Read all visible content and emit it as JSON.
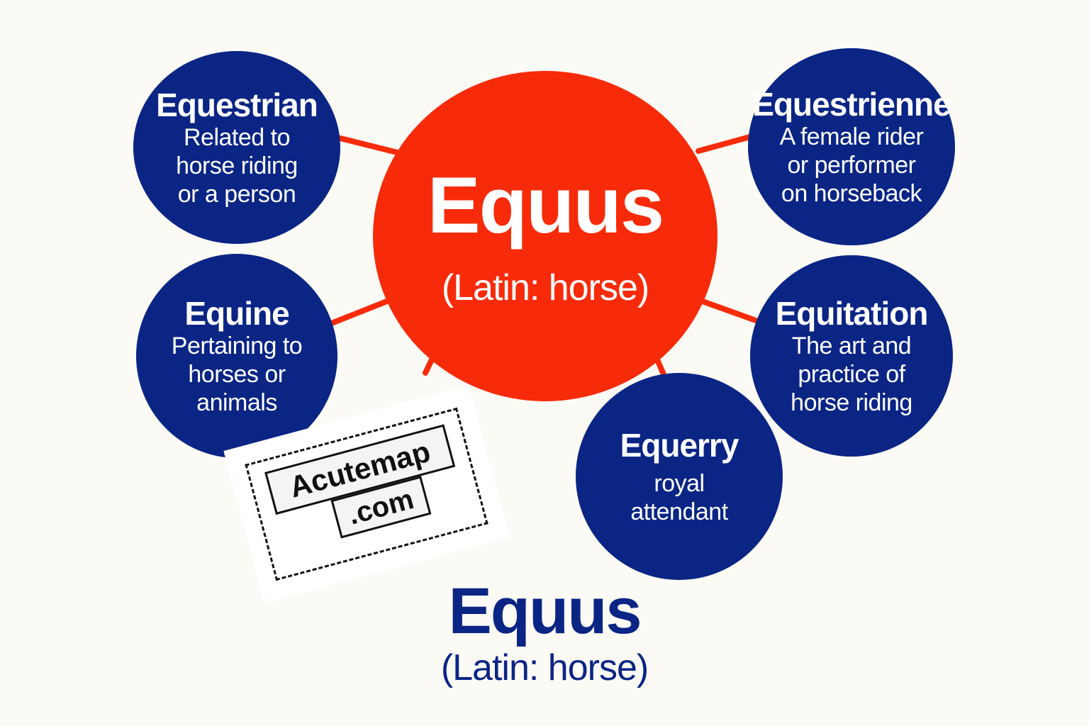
{
  "center": {
    "title": "Equus",
    "subtitle": "(Latin: horse)"
  },
  "nodes": [
    {
      "title": "Equestrian",
      "description": "Related to\nhorse riding\nor a person"
    },
    {
      "title": "Equine",
      "description": "Pertaining to\nhorses or\nanimals"
    },
    {
      "title": "Equestrienne",
      "description": "A female rider\nor performer\non horseback"
    },
    {
      "title": "Equitation",
      "description": "The art and\npractice of\nhorse riding"
    },
    {
      "title": "Equerry",
      "description": "royal\nattendant"
    }
  ],
  "bottom": {
    "title": "Equus",
    "subtitle": "(Latin: horse)"
  },
  "watermark": {
    "line1": "Acutemap",
    "line2": ".com"
  },
  "colors": {
    "background": "#fcfaf5",
    "center_fill": "#f72b0a",
    "node_fill": "#0b2585",
    "connector": "#f72b0a",
    "text_on_fill": "#ffffff",
    "bottom_text": "#0b2585"
  }
}
